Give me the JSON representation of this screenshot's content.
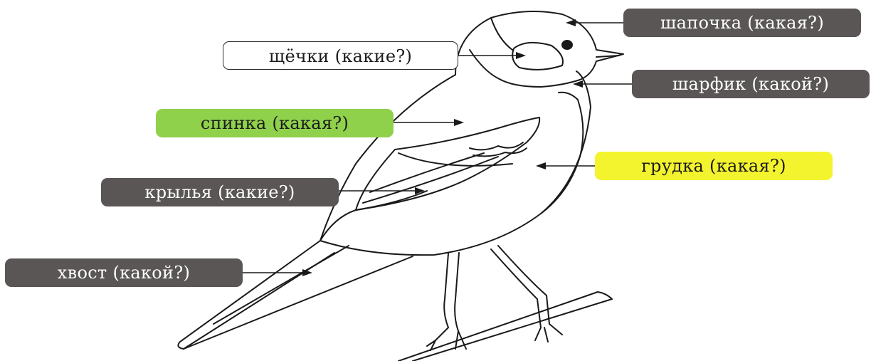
{
  "labels": {
    "cap": {
      "text": "шапочка (какая?)"
    },
    "cheeks": {
      "text": "щёчки (какие?)"
    },
    "scarf": {
      "text": "шарфик (какой?)"
    },
    "back": {
      "text": "спинка (какая?)"
    },
    "breast": {
      "text": "грудка (какая?)"
    },
    "wings": {
      "text": "крылья (какие?)"
    },
    "tail": {
      "text": "хвост (какой?)"
    }
  },
  "colors": {
    "dark_label": "#5a5656",
    "back_label": "#8fd14b",
    "breast_label": "#f4f42e",
    "line": "#1a1a1a"
  }
}
